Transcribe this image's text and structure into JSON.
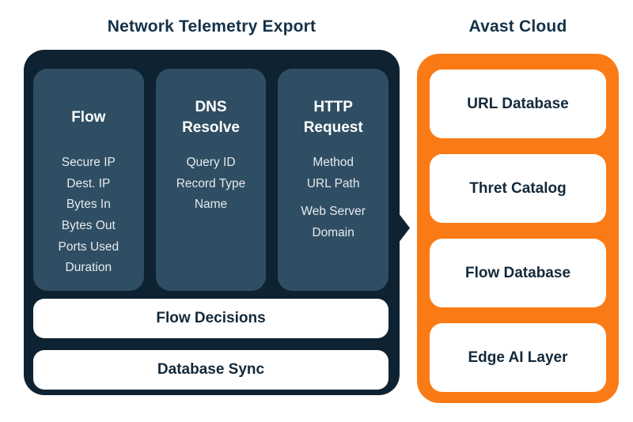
{
  "titles": {
    "telemetry": "Network Telemetry Export",
    "cloud": "Avast Cloud"
  },
  "telemetry": {
    "columns": [
      {
        "header": "Flow",
        "items": [
          "Secure IP",
          "Dest. IP",
          "Bytes In",
          "Bytes Out",
          "Ports Used",
          "Duration"
        ]
      },
      {
        "header": "DNS\nResolve",
        "items": [
          "Query ID",
          "Record Type",
          "Name"
        ]
      },
      {
        "header": "HTTP\nRequest",
        "items": [
          "Method",
          "URL Path",
          "Web Server\nDomain"
        ]
      }
    ],
    "bars": [
      {
        "label": "Flow Decisions"
      },
      {
        "label": "Database Sync"
      }
    ]
  },
  "cloud": {
    "boxes": [
      {
        "label": "URL Database"
      },
      {
        "label": "Thret Catalog"
      },
      {
        "label": "Flow Database"
      },
      {
        "label": "Edge AI Layer"
      }
    ]
  },
  "icons": {
    "connector": "right-arrow"
  },
  "colors": {
    "background": "#FFFFFF",
    "panel_dark_navy": "#0E2231",
    "column_slate": "#2F4E63",
    "cloud_orange": "#FA7B16",
    "title_text": "#143248",
    "item_text": "#E6EAEE",
    "label_text": "#13293B",
    "header_text": "#FFFFFF"
  }
}
